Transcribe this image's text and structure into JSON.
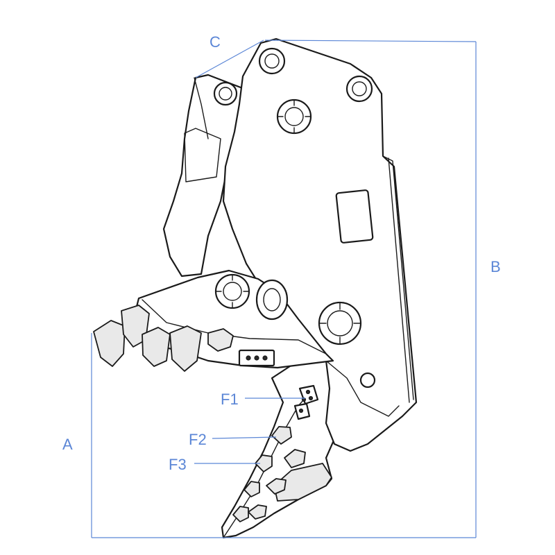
{
  "colors": {
    "dimension": "#5b86d6",
    "outline": "#1a1a1a",
    "fill": "#ffffff",
    "shade": "#e9e9e9"
  },
  "labels": {
    "A": "A",
    "B": "B",
    "C": "C",
    "F1": "F1",
    "F2": "F2",
    "F3": "F3"
  }
}
